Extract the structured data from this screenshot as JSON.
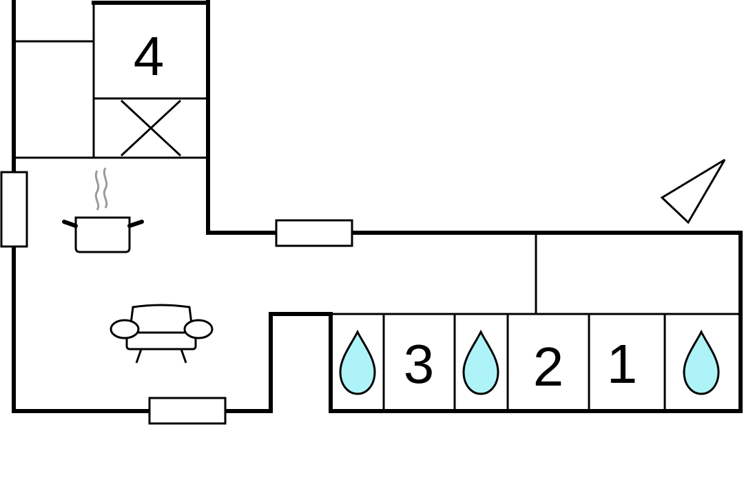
{
  "rooms": {
    "bedroom_4": {
      "label": "4"
    },
    "bedroom_3": {
      "label": "3"
    },
    "bedroom_2": {
      "label": "2"
    },
    "bedroom_1": {
      "label": "1"
    }
  },
  "icons": {
    "kitchen": "cooking-pot-icon",
    "living": "sofa-icon",
    "bathroom": "water-drop-icon",
    "stairs": "stairs-cross-icon",
    "compass": "north-arrow-icon"
  },
  "colors": {
    "wall": "#000000",
    "water_drop": "#aef3f7",
    "steam": "#9a9a9a",
    "background": "#ffffff"
  }
}
